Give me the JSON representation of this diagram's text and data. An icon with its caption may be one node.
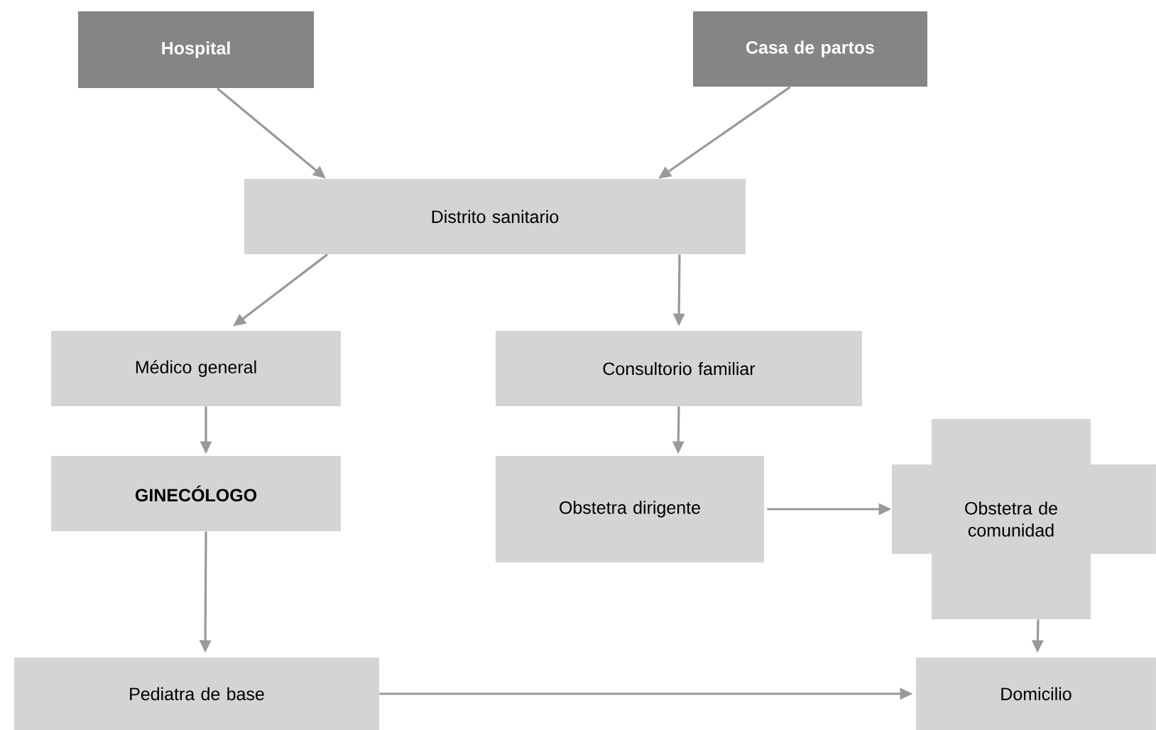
{
  "diagram": {
    "nodes": [
      {
        "text": [
          "Hospital"
        ]
      },
      {
        "text": [
          "Casa de partos"
        ]
      },
      {
        "text": [
          "Distrito sanitario"
        ]
      },
      {
        "text": [
          "Médico general"
        ]
      },
      {
        "text": [
          "Consultorio familiar"
        ]
      },
      {
        "text": [
          "GINECÓLOGO"
        ]
      },
      {
        "text": [
          "Obstetra dirigente"
        ]
      },
      {
        "text": [
          "Obstetra de comunidad"
        ]
      },
      {
        "text": [
          "Pediatra de base"
        ]
      },
      {
        "text": [
          "Domicilio"
        ]
      }
    ],
    "edges": [
      {
        "from": 0,
        "to": 2,
        "arrow": "to"
      },
      {
        "from": 1,
        "to": 2,
        "arrow": "to"
      },
      {
        "from": 2,
        "to": 3,
        "arrow": "to"
      },
      {
        "from": 2,
        "to": 4,
        "arrow": "to"
      },
      {
        "from": 3,
        "to": 5,
        "arrow": "to"
      },
      {
        "from": 4,
        "to": 6,
        "arrow": "to"
      },
      {
        "from": 5,
        "to": 8,
        "arrow": "to"
      },
      {
        "from": 6,
        "to": 7,
        "arrow": "to"
      },
      {
        "from": 7,
        "to": 9,
        "arrow": "to"
      },
      {
        "from": 8,
        "to": 9,
        "arrow": "to"
      }
    ]
  }
}
